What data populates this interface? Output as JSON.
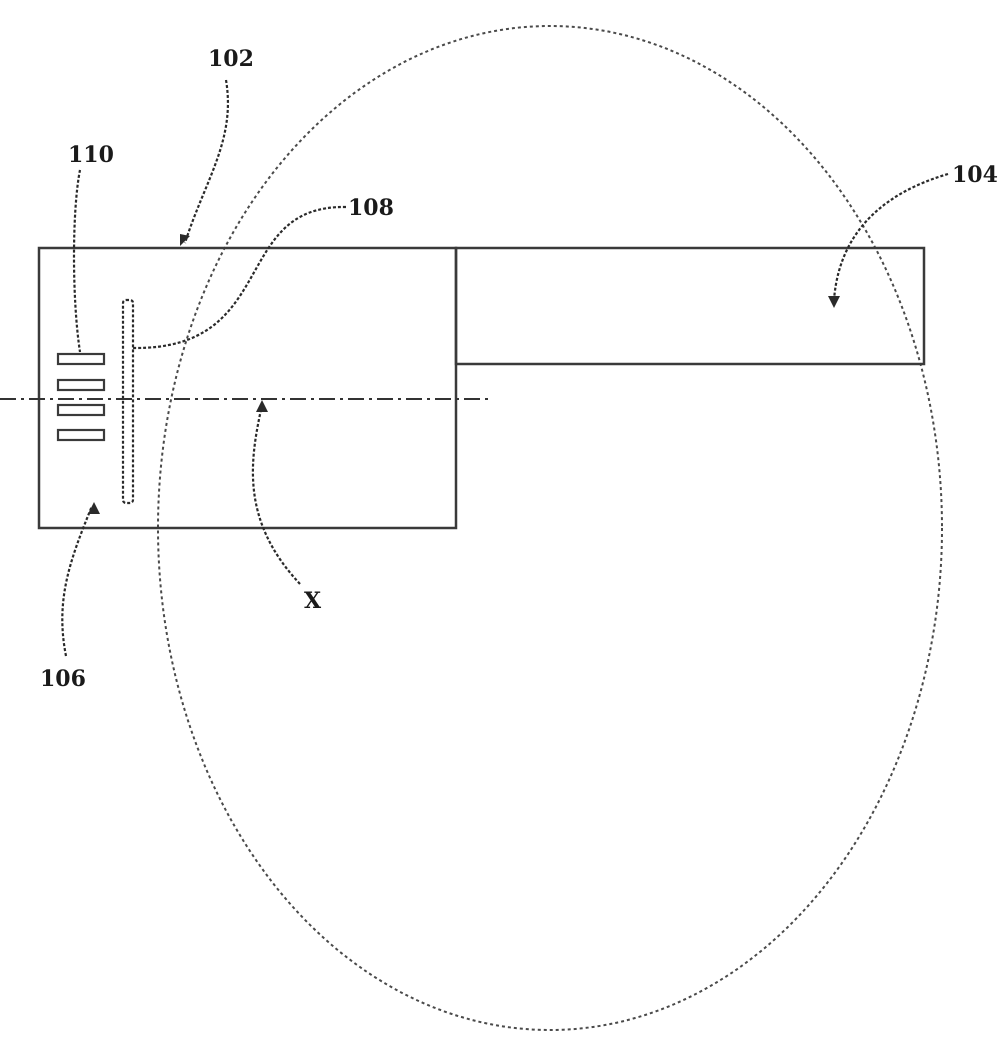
{
  "labels": {
    "ref_102": "102",
    "ref_104": "104",
    "ref_106": "106",
    "ref_108": "108",
    "ref_110": "110",
    "ref_axis": "X"
  },
  "colors": {
    "line": "#3a3a3a",
    "text": "#1a1a1a",
    "background": "#ffffff"
  }
}
